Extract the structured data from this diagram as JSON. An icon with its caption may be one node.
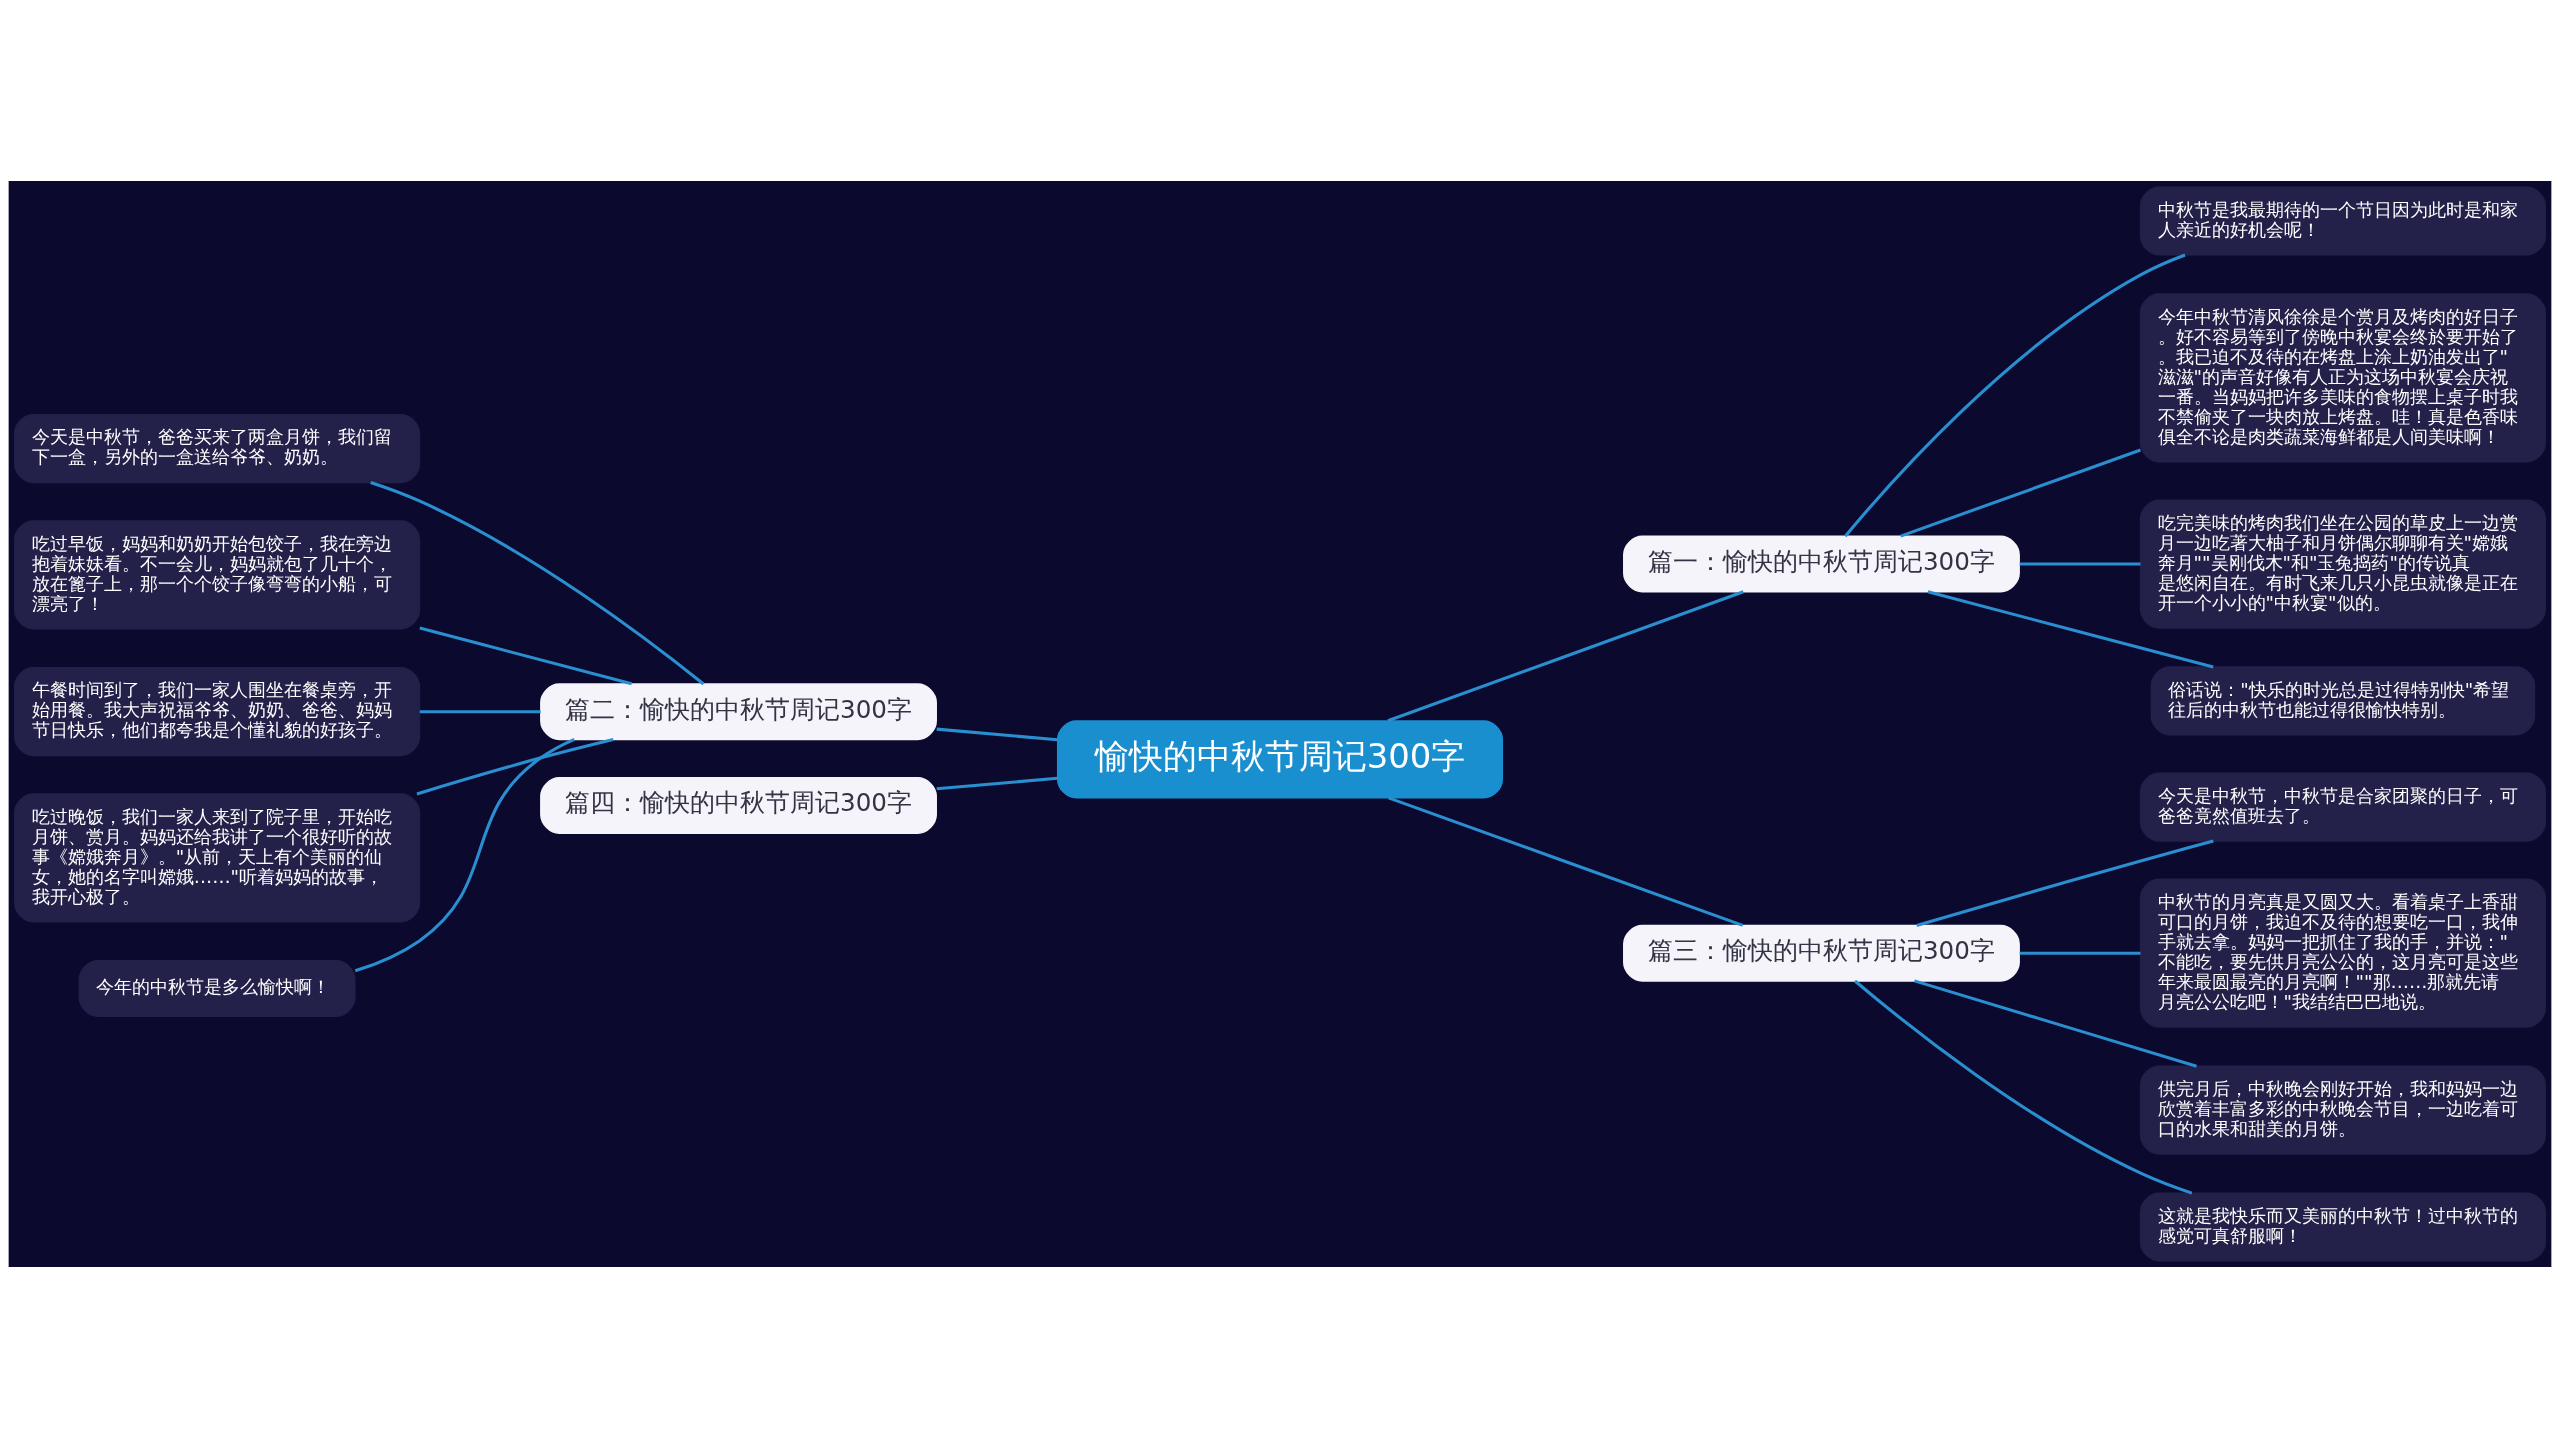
{
  "diagram": {
    "nodes": [
      {
        "text": [
          "愉快的中秋节周记300字"
        ]
      },
      {
        "text": [
          "篇一：愉快的中秋节周记300字"
        ]
      },
      {
        "text": [
          "中秋节是我最期待的一个节日因为此时是和家人亲近的好机会呢！"
        ]
      },
      {
        "text": [
          "今年中秋节清风徐徐是个赏月及烤肉的好日子。好不容易等到了傍晚中秋宴会终於要开始了。我已迫不及待的在烤盘上涂上奶油发出了\"滋滋\"的声音好像有人正为这场中秋宴会庆祝一番。当妈妈把许多美味的食物摆上桌子时我不禁偷夹了一块肉放上烤盘。哇！真是色香味俱全不论是肉类蔬菜海鲜都是人间美味啊！"
        ]
      },
      {
        "text": [
          "吃完美味的烤肉我们坐在公园的草皮上一边赏月一边吃著大柚子和月饼偶尔聊聊有关\"嫦娥奔月\"\"吴刚伐木\"和\"玉兔捣药\"的传说真是悠闲自在。有时飞来几只小昆虫就像是正在开一个小小的\"中秋宴\"似的。"
        ]
      },
      {
        "text": [
          "俗话说：\"快乐的时光总是过得特别快\"希望往后的中秋节也能过得很愉快特别。"
        ]
      },
      {
        "text": [
          "篇二：愉快的中秋节周记300字"
        ]
      },
      {
        "text": [
          "今天是中秋节，爸爸买来了两盒月饼，我们留下一盒，另外的一盒送给爷爷、奶奶。"
        ]
      },
      {
        "text": [
          "吃过早饭，妈妈和奶奶开始包饺子，我在旁边抱着妹妹看。不一会儿，妈妈就包了几十个，放在篦子上，那一个个饺子像弯弯的小船，可漂亮了！"
        ]
      },
      {
        "text": [
          "午餐时间到了，我们一家人围坐在餐桌旁，开始用餐。我大声祝福爷爷、奶奶、爸爸、妈妈节日快乐，他们都夸我是个懂礼貌的好孩子。"
        ]
      },
      {
        "text": [
          "吃过晚饭，我们一家人来到了院子里，开始吃月饼、赏月。妈妈还给我讲了一个很好听的故事《嫦娥奔月》。\"从前，天上有个美丽的仙女，她的名字叫嫦娥……\"听着妈妈的故事，我开心极了。"
        ]
      },
      {
        "text": [
          "今年的中秋节是多么愉快啊！"
        ]
      },
      {
        "text": [
          "篇三：愉快的中秋节周记300字"
        ]
      },
      {
        "text": [
          "今天是中秋节，中秋节是合家团聚的日子，可爸爸竟然值班去了。"
        ]
      },
      {
        "text": [
          "中秋节的月亮真是又圆又大。看着桌子上香甜可口的月饼，我迫不及待的想要吃一口，我伸手就去拿。妈妈一把抓住了我的手，并说：\"不能吃，要先供月亮公公的，这月亮可是这些年来最圆最亮的月亮啊！\"\"那……那就先请月亮公公吃吧！\"我结结巴巴地说。"
        ]
      },
      {
        "text": [
          "供完月后，中秋晚会刚好开始，我和妈妈一边欣赏着丰富多彩的中秋晚会节目，一边吃着可口的水果和甜美的月饼。"
        ]
      },
      {
        "text": [
          "这就是我快乐而又美丽的中秋节！过中秋节的感觉可真舒服啊！"
        ]
      },
      {
        "text": [
          "篇四：愉快的中秋节周记300字"
        ]
      }
    ],
    "edges": [
      {
        "from": 0,
        "to": 1,
        "arrow": "none"
      },
      {
        "from": 1,
        "to": 2,
        "arrow": "none"
      },
      {
        "from": 1,
        "to": 3,
        "arrow": "none"
      },
      {
        "from": 1,
        "to": 4,
        "arrow": "none"
      },
      {
        "from": 1,
        "to": 5,
        "arrow": "none"
      },
      {
        "from": 0,
        "to": 6,
        "arrow": "none"
      },
      {
        "from": 6,
        "to": 7,
        "arrow": "none"
      },
      {
        "from": 6,
        "to": 8,
        "arrow": "none"
      },
      {
        "from": 6,
        "to": 9,
        "arrow": "none"
      },
      {
        "from": 6,
        "to": 10,
        "arrow": "none"
      },
      {
        "from": 6,
        "to": 11,
        "arrow": "none"
      },
      {
        "from": 0,
        "to": 12,
        "arrow": "none"
      },
      {
        "from": 12,
        "to": 13,
        "arrow": "none"
      },
      {
        "from": 12,
        "to": 14,
        "arrow": "none"
      },
      {
        "from": 12,
        "to": 15,
        "arrow": "none"
      },
      {
        "from": 12,
        "to": 16,
        "arrow": "none"
      },
      {
        "from": 0,
        "to": 17,
        "arrow": "none"
      }
    ]
  }
}
